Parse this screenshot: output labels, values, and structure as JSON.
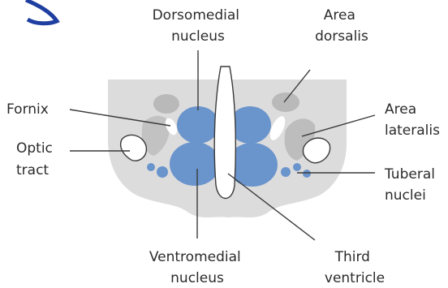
{
  "labels": {
    "dorsomedial_nucleus": [
      "Dorsomedial",
      "nucleus"
    ],
    "area_dorsalis": [
      "Area",
      "dorsalis"
    ],
    "fornix": [
      "Fornix"
    ],
    "area_lateralis": [
      "Area",
      "lateralis"
    ],
    "optic_tract": [
      "Optic",
      "tract"
    ],
    "tuberal_nuclei": [
      "Tuberal",
      "nuclei"
    ],
    "ventromedial_nucleus": [
      "Ventromedial",
      "nucleus"
    ],
    "third_ventricle": [
      "Third",
      "ventricle"
    ]
  },
  "colors": {
    "tissue": "#dcdcdc",
    "nucleus_blue": "#6a94cc",
    "gray_area": "#b9b9b9",
    "outline": "#3a3a3a",
    "title_fragment": "#1f3fa0"
  }
}
